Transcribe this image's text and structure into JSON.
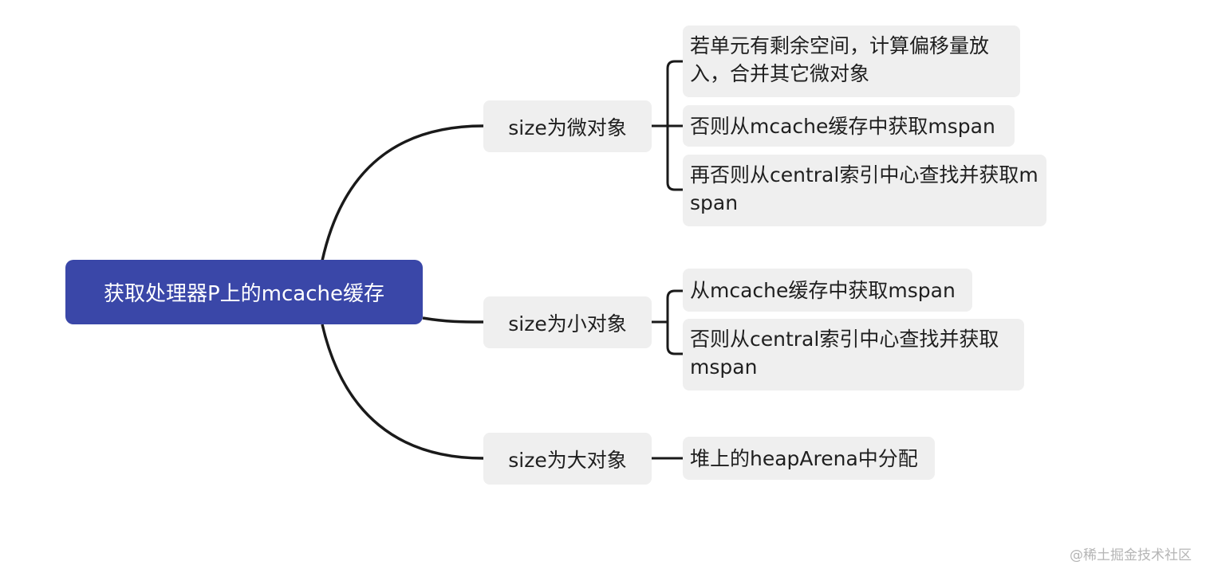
{
  "root": {
    "label": "获取处理器P上的mcache缓存"
  },
  "branches": [
    {
      "label": "size为微对象",
      "leaves": [
        "若单元有剩余空间，计算偏移量放入，合并其它微对象",
        "否则从mcache缓存中获取mspan",
        "再否则从central索引中心查找并获取mspan"
      ]
    },
    {
      "label": "size为小对象",
      "leaves": [
        "从mcache缓存中获取mspan",
        "否则从central索引中心查找并获取mspan"
      ]
    },
    {
      "label": "size为大对象",
      "leaves": [
        "堆上的heapArena中分配"
      ]
    }
  ],
  "watermark": "@稀土掘金技术社区",
  "colors": {
    "root_fill": "#3a47a8",
    "node_fill": "#efefef",
    "line": "#1a1a1a"
  }
}
